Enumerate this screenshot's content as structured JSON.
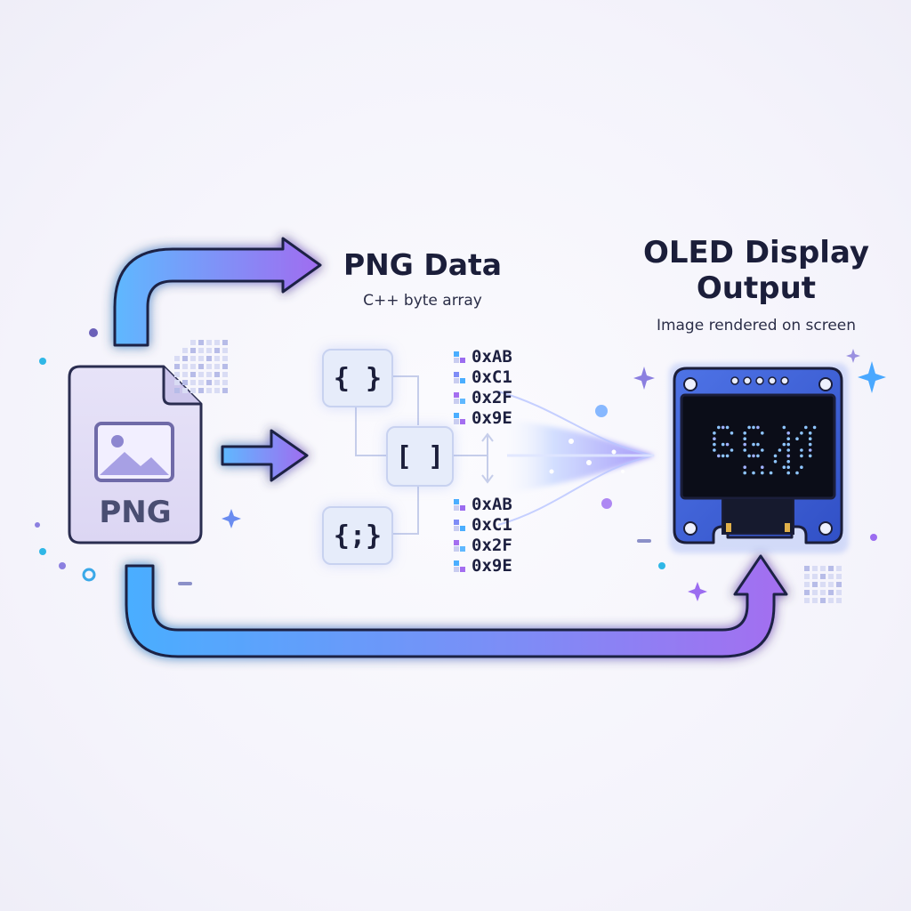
{
  "nodes": {
    "data": {
      "title": "PNG Data",
      "subtitle": "C++ byte array"
    },
    "display": {
      "title_line1": "OLED Display",
      "title_line2": "Output",
      "subtitle": "Image rendered on screen"
    },
    "source": {
      "file_label": "PNG"
    }
  },
  "code_blocks": [
    "{ }",
    "[ ]",
    "{;}"
  ],
  "hex_bytes_top": [
    "0xAB",
    "0xC1",
    "0x2F",
    "0x9E"
  ],
  "hex_bytes_bottom": [
    "0xAB",
    "0xC1",
    "0x2F",
    "0x9E"
  ],
  "colors": {
    "arrow_start": "#5fb8ff",
    "arrow_end": "#9b6cf0",
    "outline": "#1f2344",
    "file_fill": "#e2ddf6",
    "pcb_blue": "#3d5fd9",
    "screen": "#0b0d18",
    "pixel_glow": "#8ec5ff"
  },
  "icons": [
    "image-icon",
    "file-icon",
    "pcb-icon",
    "sparkle-icon"
  ]
}
